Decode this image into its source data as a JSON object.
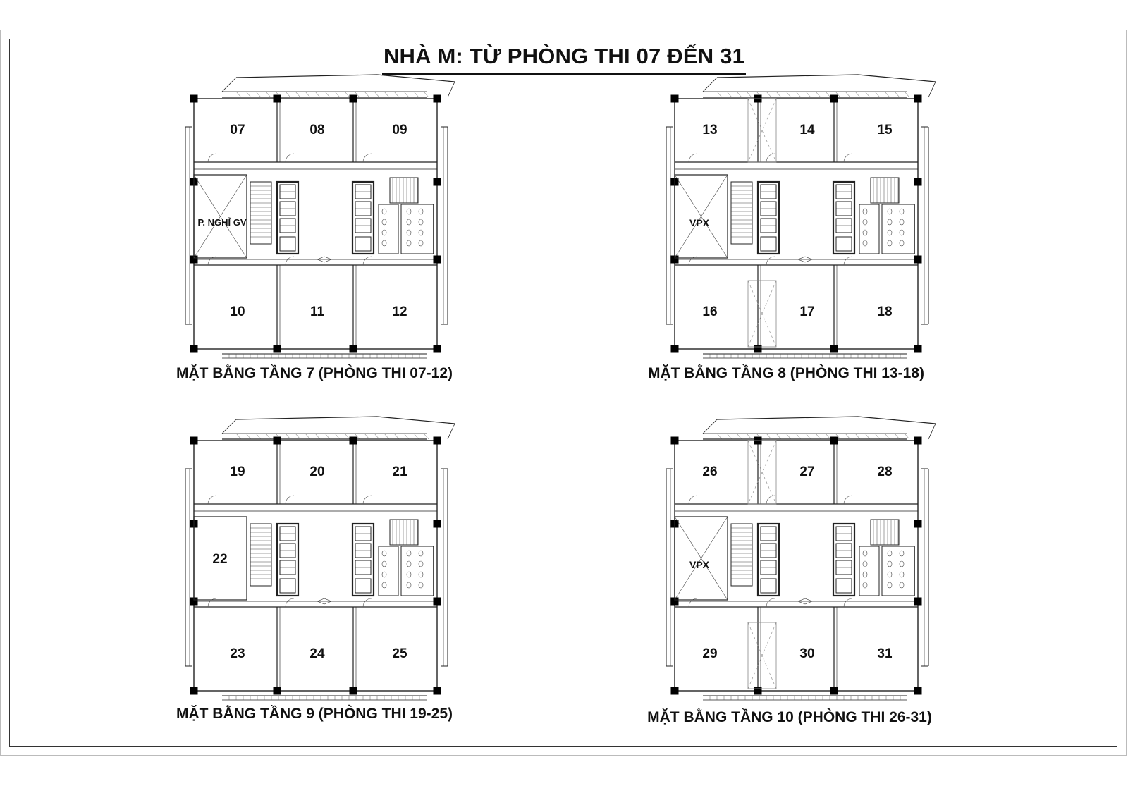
{
  "title": "NHÀ M: TỪ PHÒNG THI 07 ĐẾN 31",
  "plans": [
    {
      "caption": "MẶT BẰNG TẦNG 7 (PHÒNG THI 07-12)",
      "top_rooms": [
        "07",
        "08",
        "09"
      ],
      "middle_label": "P. NGHỈ GV",
      "bottom_rooms": [
        "10",
        "11",
        "12"
      ]
    },
    {
      "caption": "MẶT BẰNG TẦNG 8 (PHÒNG THI 13-18)",
      "top_rooms": [
        "13",
        "14",
        "15"
      ],
      "middle_label": "VPX",
      "bottom_rooms": [
        "16",
        "17",
        "18"
      ]
    },
    {
      "caption": "MẶT BẰNG TẦNG 9 (PHÒNG THI 19-25)",
      "top_rooms": [
        "19",
        "20",
        "21"
      ],
      "middle_label": "22",
      "bottom_rooms": [
        "23",
        "24",
        "25"
      ]
    },
    {
      "caption": "MẶT BẰNG TẦNG 10 (PHÒNG THI 26-31)",
      "top_rooms": [
        "26",
        "27",
        "28"
      ],
      "middle_label": "VPX",
      "bottom_rooms": [
        "29",
        "30",
        "31"
      ]
    }
  ]
}
